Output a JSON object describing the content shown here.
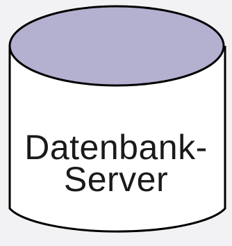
{
  "shape": {
    "type": "database-cylinder",
    "top_fill": "#b4b0d0",
    "body_fill": "#ffffff",
    "stroke": "#000000",
    "background": "#f2f2f4",
    "text_color": "#1a1a1a"
  },
  "label": {
    "line1": "Datenbank-",
    "line2": "Server"
  }
}
